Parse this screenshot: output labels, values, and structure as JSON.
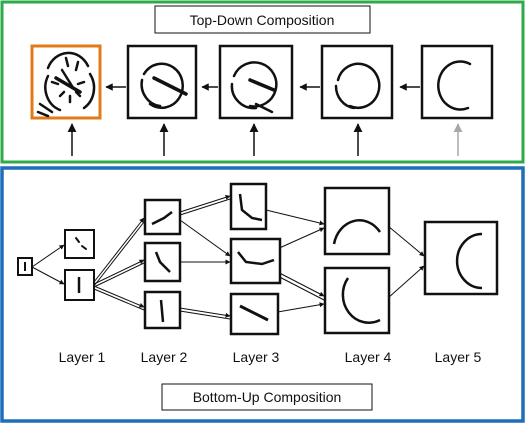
{
  "top_panel": {
    "title": "Top-Down Composition",
    "border_color": "#2eaa4a",
    "highlight_color": "#e07b1a",
    "faded_arrow_color": "#a8a8a8"
  },
  "bottom_panel": {
    "title": "Bottom-Up Composition",
    "border_color": "#1f6fb8",
    "layer_labels": [
      "Layer 1",
      "Layer 2",
      "Layer 3",
      "Layer 4",
      "Layer 5"
    ]
  }
}
